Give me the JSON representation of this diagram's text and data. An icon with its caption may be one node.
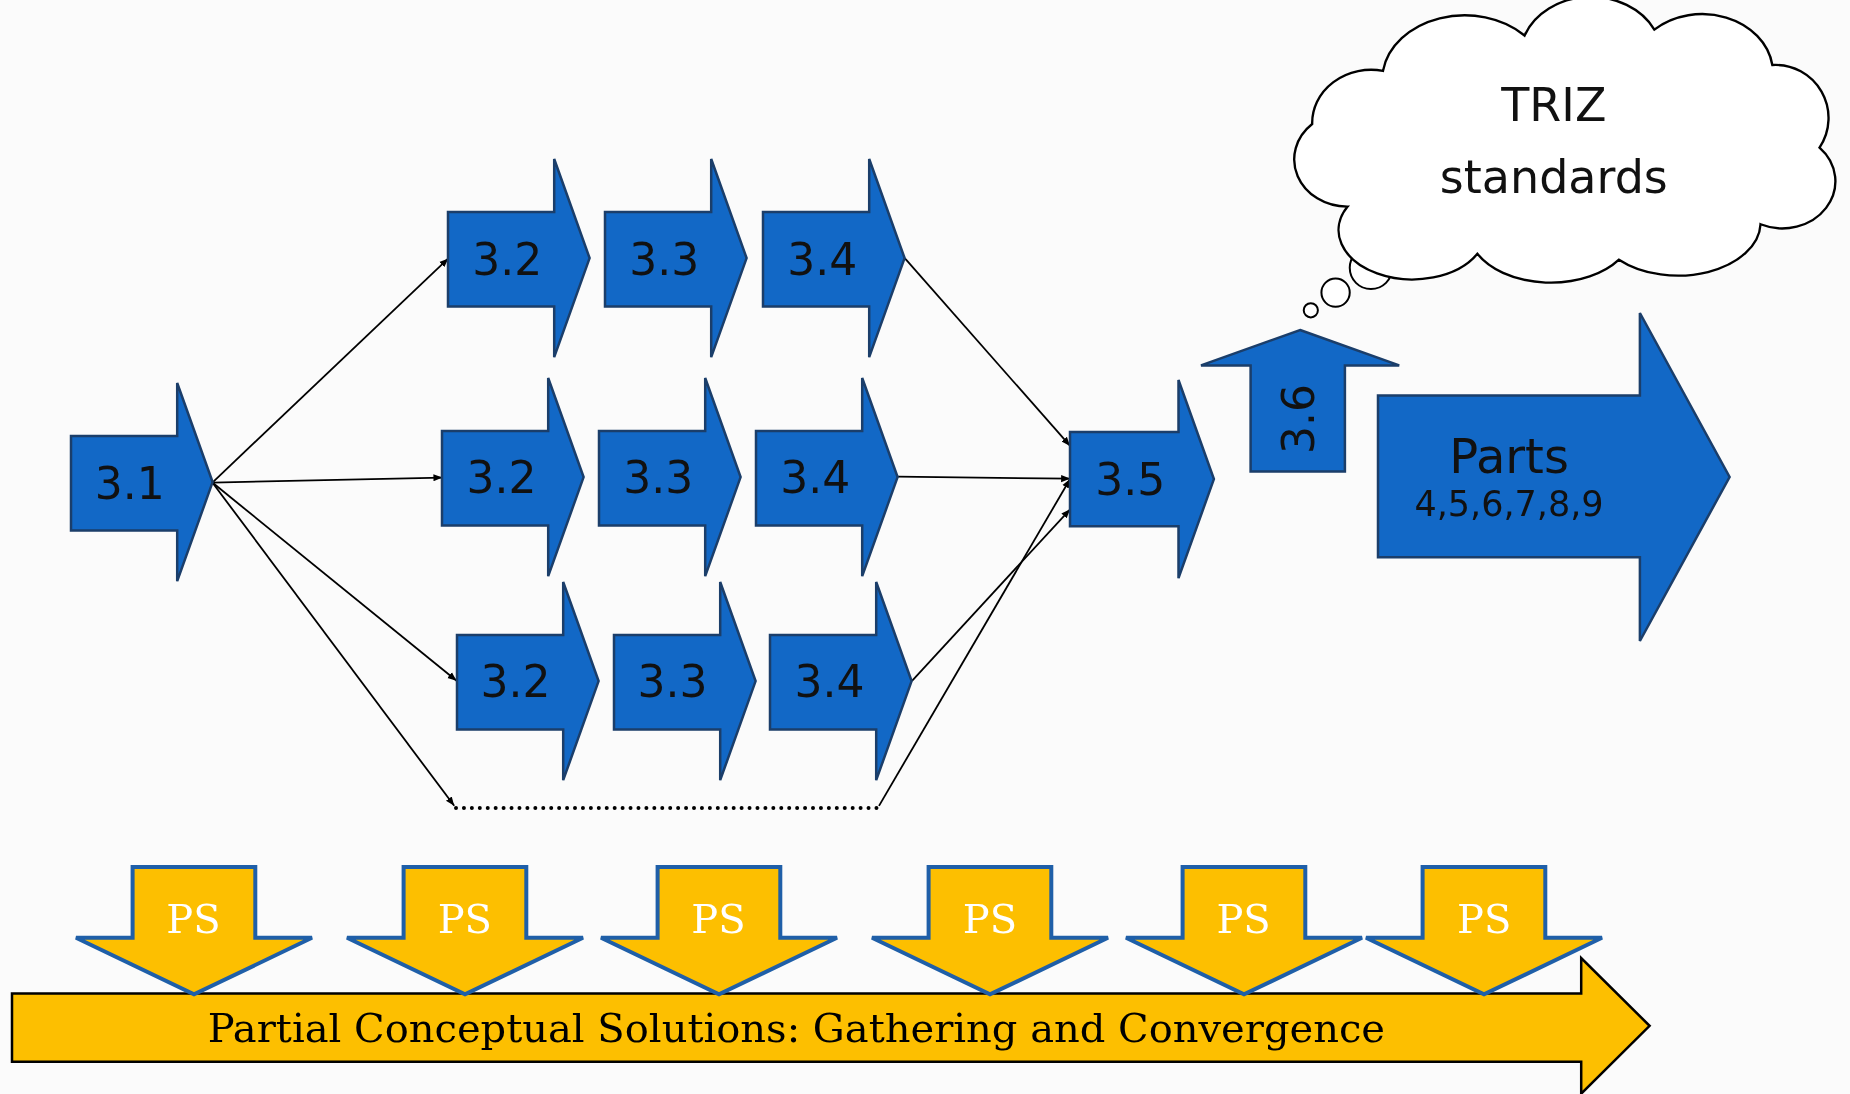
{
  "diagram": {
    "nodes": [
      {
        "text": [
          "3.1"
        ]
      },
      {
        "text": [
          "3.2"
        ]
      },
      {
        "text": [
          "3.3"
        ]
      },
      {
        "text": [
          "3.4"
        ]
      },
      {
        "text": [
          "3.2"
        ]
      },
      {
        "text": [
          "3.3"
        ]
      },
      {
        "text": [
          "3.4"
        ]
      },
      {
        "text": [
          "3.2"
        ]
      },
      {
        "text": [
          "3.3"
        ]
      },
      {
        "text": [
          "3.4"
        ]
      },
      {
        "text": [],
        "shape": "line"
      },
      {
        "text": [
          "3.5"
        ]
      },
      {
        "text": [
          "3.6"
        ]
      },
      {
        "text": [
          "Parts",
          "4,5,6,7,8,9"
        ]
      },
      {
        "text": [
          "TRIZ standards"
        ]
      },
      {
        "text": [
          "PS"
        ]
      },
      {
        "text": [
          "PS"
        ]
      },
      {
        "text": [
          "PS"
        ]
      },
      {
        "text": [
          "PS"
        ]
      },
      {
        "text": [
          "PS"
        ]
      },
      {
        "text": [
          "PS"
        ]
      },
      {
        "text": [
          "Partial Conceptual Solutions: Gathering and Convergence"
        ]
      }
    ],
    "edges": [
      {
        "from": 0,
        "to": 1,
        "arrow": "to"
      },
      {
        "from": 0,
        "to": 4,
        "arrow": "to"
      },
      {
        "from": 0,
        "to": 7,
        "arrow": "to"
      },
      {
        "from": 0,
        "to": 10,
        "arrow": "to"
      },
      {
        "from": 3,
        "to": 11,
        "arrow": "to"
      },
      {
        "from": 6,
        "to": 11,
        "arrow": "to"
      },
      {
        "from": 9,
        "to": 11,
        "arrow": "to"
      },
      {
        "from": 10,
        "to": 11,
        "arrow": "to"
      }
    ]
  }
}
